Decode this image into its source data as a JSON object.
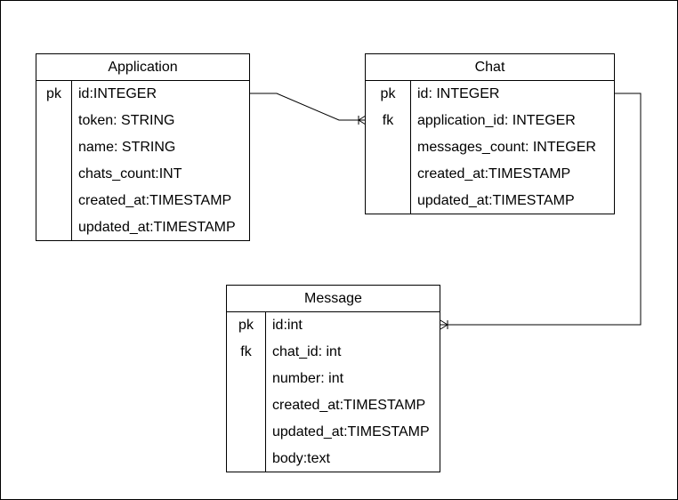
{
  "entities": {
    "application": {
      "name": "Application",
      "rows": [
        {
          "key": "pk",
          "field": "id:INTEGER"
        },
        {
          "key": "",
          "field": "token: STRING"
        },
        {
          "key": "",
          "field": "name: STRING"
        },
        {
          "key": "",
          "field": "chats_count:INT"
        },
        {
          "key": "",
          "field": "created_at:TIMESTAMP"
        },
        {
          "key": "",
          "field": "updated_at:TIMESTAMP"
        }
      ]
    },
    "chat": {
      "name": "Chat",
      "rows": [
        {
          "key": "pk",
          "field": "id: INTEGER"
        },
        {
          "key": "fk",
          "field": "application_id: INTEGER"
        },
        {
          "key": "",
          "field": "messages_count: INTEGER"
        },
        {
          "key": "",
          "field": "created_at:TIMESTAMP"
        },
        {
          "key": "",
          "field": "updated_at:TIMESTAMP"
        }
      ]
    },
    "message": {
      "name": "Message",
      "rows": [
        {
          "key": "pk",
          "field": "id:int"
        },
        {
          "key": "fk",
          "field": "chat_id: int"
        },
        {
          "key": "",
          "field": "number: int"
        },
        {
          "key": "",
          "field": "created_at:TIMESTAMP"
        },
        {
          "key": "",
          "field": "updated_at:TIMESTAMP"
        },
        {
          "key": "",
          "field": "body:text"
        }
      ]
    }
  }
}
